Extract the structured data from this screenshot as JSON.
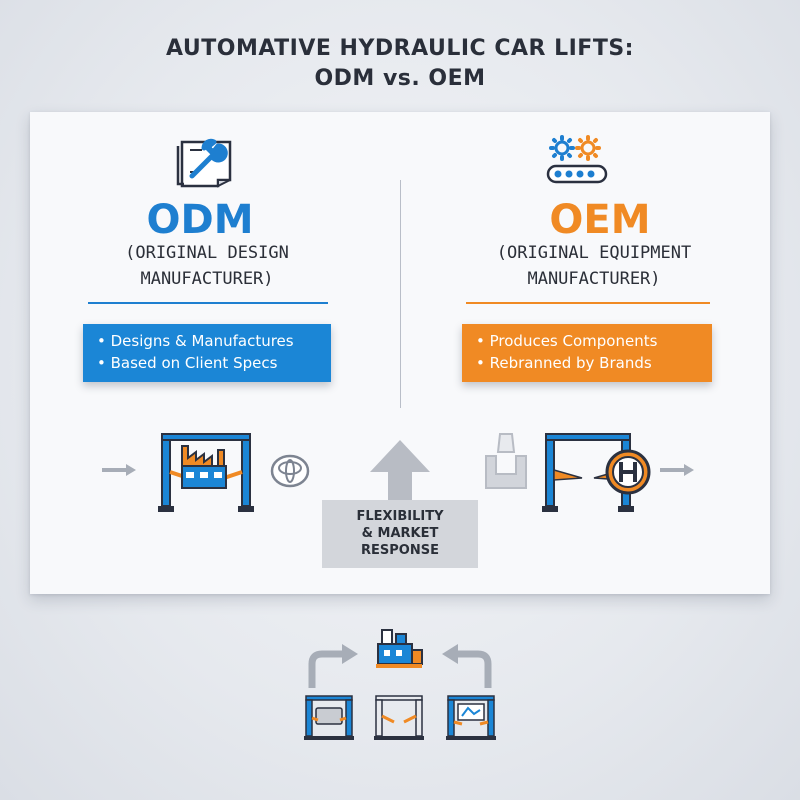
{
  "title": {
    "line1": "AUTOMATIVE HYDRAULIC CAR LIFTS:",
    "line2": "ODM vs. OEM"
  },
  "odm": {
    "acronym": "ODM",
    "fullname_line1": "(ORIGINAL DESIGN",
    "fullname_line2": "MANUFACTURER)",
    "bullets": [
      "Designs & Manufactures",
      "Based on Client Specs"
    ],
    "color": "#1e7fd0"
  },
  "oem": {
    "acronym": "OEM",
    "fullname_line1": "(ORIGINAL EQUIPMENT",
    "fullname_line2": "MANUFACTURER)",
    "bullets": [
      "Produces Components",
      "Rebranned by Brands"
    ],
    "color": "#f08a24"
  },
  "center": {
    "label_line1": "FLEXIBILITY",
    "label_line2": "& MARKET",
    "label_line3": "RESPONSE"
  },
  "icons": {
    "odm_header": "blueprint-wrench-icon",
    "oem_header": "gears-conveyor-icon",
    "odm_lift": "car-lift-factory-icon",
    "odm_brand": "toyota-logo-icon",
    "oem_part": "component-part-icon",
    "oem_lift": "car-lift-brand-icon",
    "oem_brand": "h-logo-icon",
    "up_arrow": "up-arrow-icon"
  }
}
